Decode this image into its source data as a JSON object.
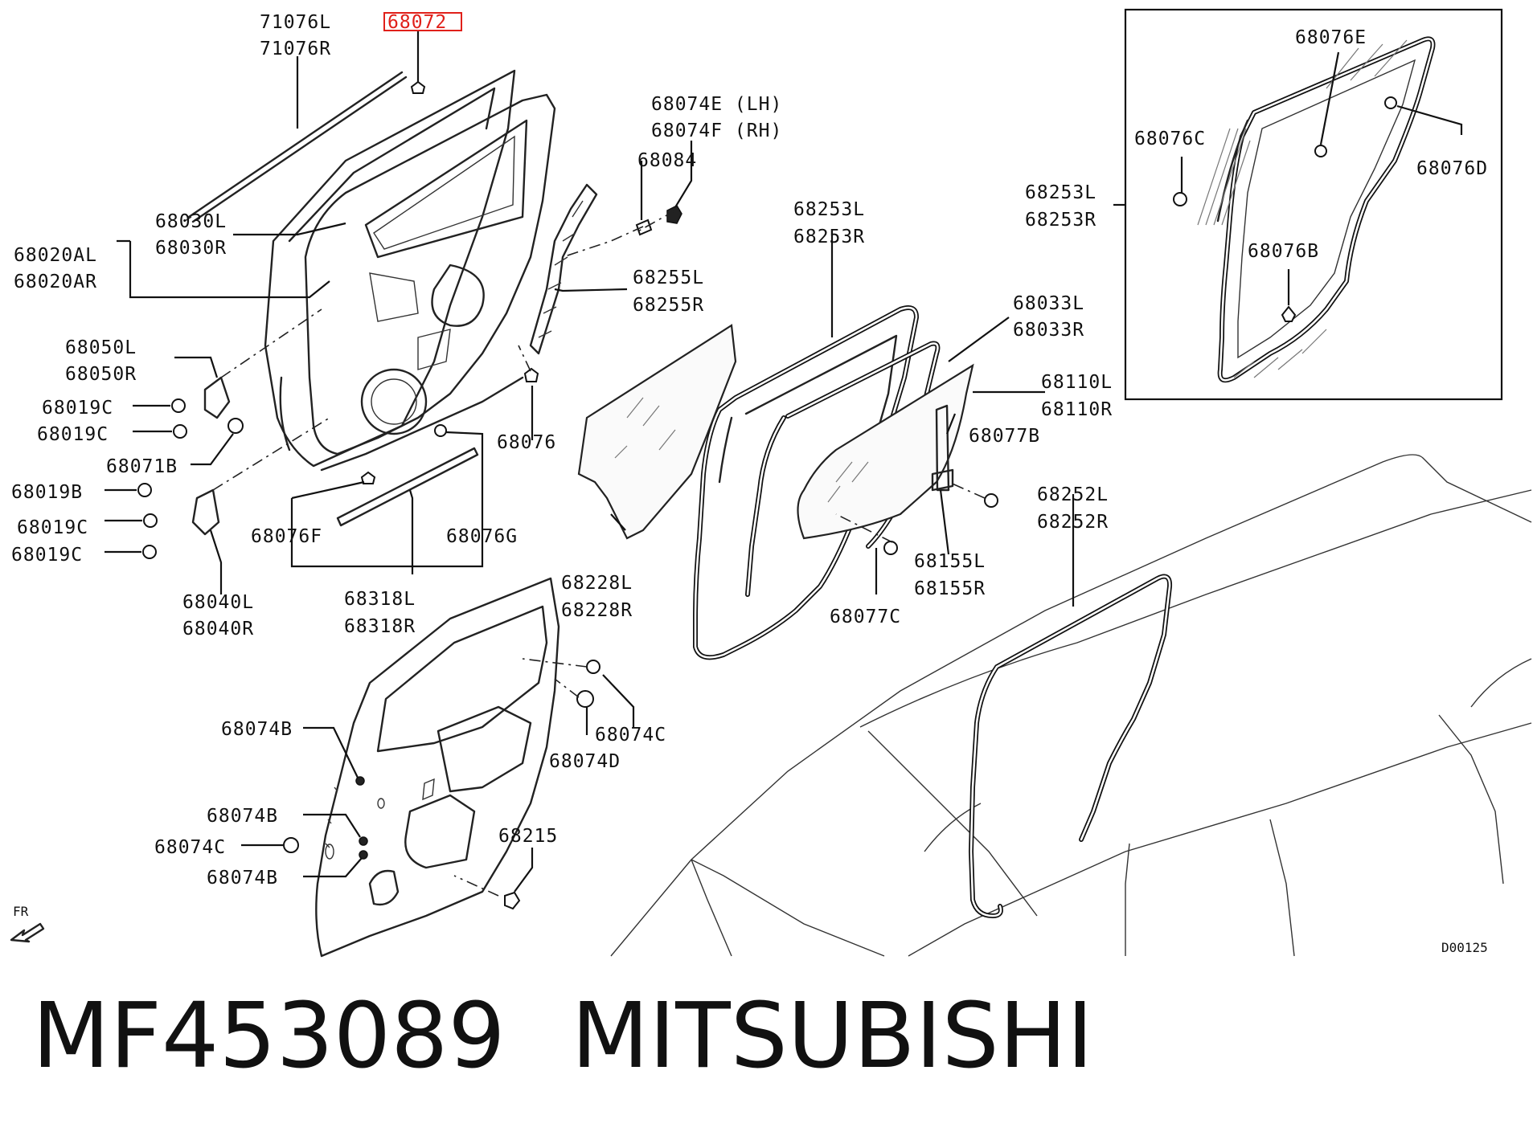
{
  "labels": {
    "l71076L": "71076L",
    "l71076R": "71076R",
    "l68072": "68072",
    "l68074E": "68074E (LH)",
    "l68074F": "68074F (RH)",
    "l68084": "68084",
    "l68030L": "68030L",
    "l68030R": "68030R",
    "l68020AL": "68020AL",
    "l68020AR": "68020AR",
    "l68255L": "68255L",
    "l68255R": "68255R",
    "l68253L_mid": "68253L",
    "l68253R_mid": "68253R",
    "l68050L": "68050L",
    "l68050R": "68050R",
    "l68019C_a": "68019C",
    "l68019C_b": "68019C",
    "l68071B": "68071B",
    "l68019B": "68019B",
    "l68019C_c": "68019C",
    "l68019C_d": "68019C",
    "l68076": "68076",
    "l68033L": "68033L",
    "l68033R": "68033R",
    "l68110L": "68110L",
    "l68110R": "68110R",
    "l68077B": "68077B",
    "l68076F": "68076F",
    "l68076G": "68076G",
    "l68318L": "68318L",
    "l68318R": "68318R",
    "l68040L": "68040L",
    "l68040R": "68040R",
    "l68228L": "68228L",
    "l68228R": "68228R",
    "l68155L": "68155L",
    "l68155R": "68155R",
    "l68077C": "68077C",
    "l68252L": "68252L",
    "l68252R": "68252R",
    "l68074B_a": "68074B",
    "l68074C_a": "68074C",
    "l68074D": "68074D",
    "l68074B_b": "68074B",
    "l68074C_b": "68074C",
    "l68074B_c": "68074B",
    "l68215": "68215",
    "l68076E": "68076E",
    "l68076C": "68076C",
    "l68076D": "68076D",
    "l68076B": "68076B",
    "l68253L_side": "68253L",
    "l68253R_side": "68253R",
    "fr": "FR",
    "code": "D00125"
  },
  "highlighted_part": "68072",
  "highlight_color": "#e0201a",
  "footer": {
    "part_number": "MF453089",
    "brand": "MITSUBISHI"
  }
}
